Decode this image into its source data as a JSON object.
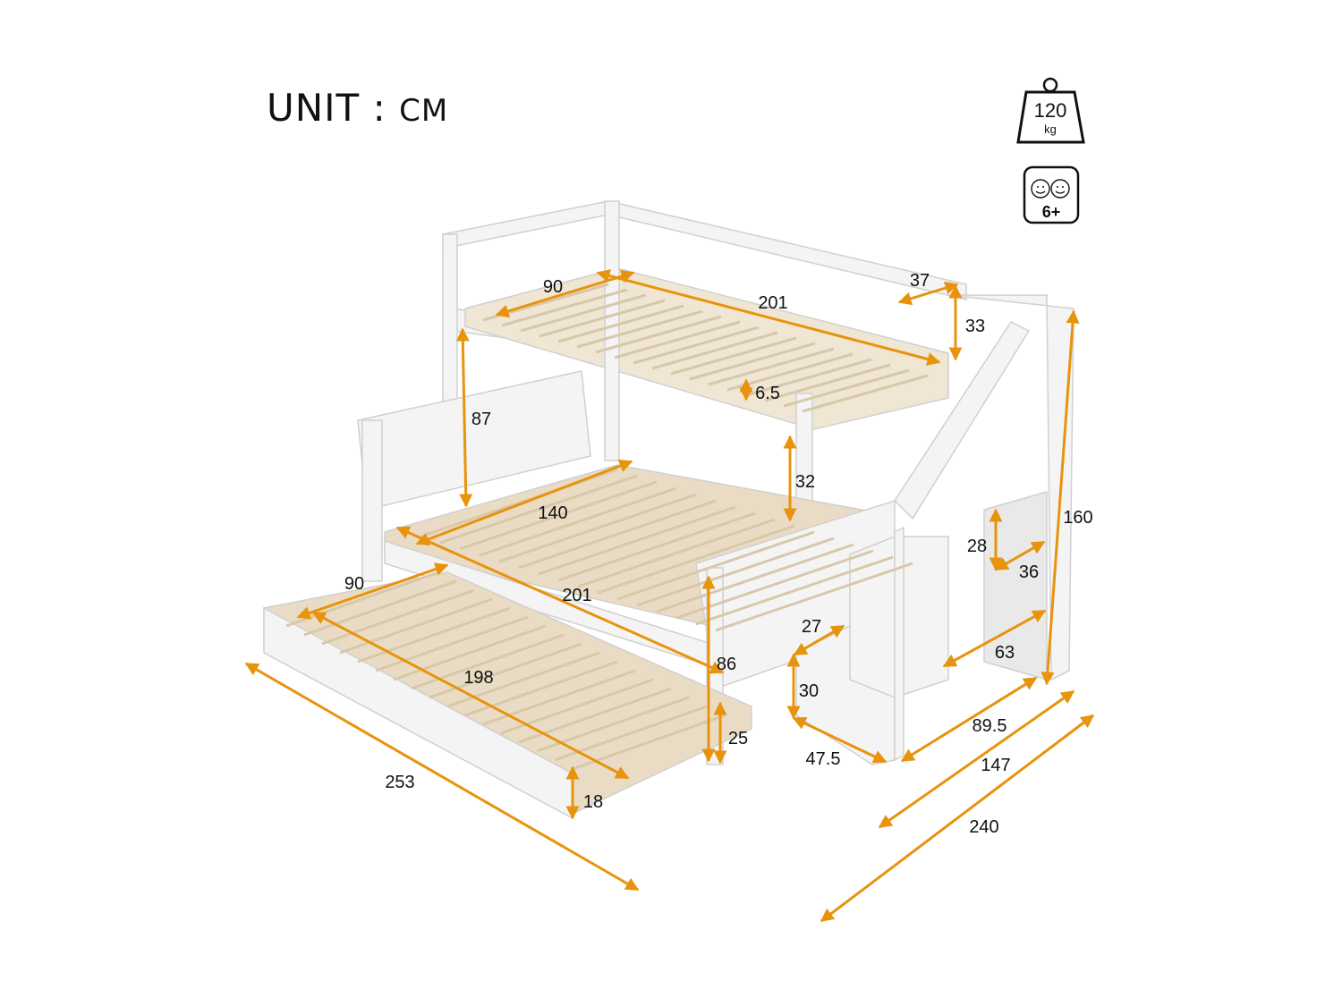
{
  "header": {
    "unit_label": "UNIT",
    "unit_separator": ":",
    "unit_value": "CM"
  },
  "badges": {
    "weight_limit": {
      "icon": "weight-icon",
      "value": "120",
      "unit": "kg"
    },
    "age_limit": {
      "icon": "children-faces-icon",
      "value": "6+"
    }
  },
  "colors": {
    "dimension_arrow": "#E8930C",
    "frame": "#F4F4F4",
    "frame_edge": "#D9D9D9",
    "slat": "#EADCC4",
    "text": "#111111"
  },
  "product": "Twin over full bunk bed with staircase and trundle",
  "dimensions": {
    "top_bunk_width": "90",
    "top_bunk_length": "201",
    "top_guard_gap": "37",
    "top_guard_height": "33",
    "top_slat_thickness": "6.5",
    "bunk_clearance": "87",
    "bottom_to_top_gap": "32",
    "bottom_bed_width": "140",
    "bottom_bed_length": "201",
    "trundle_width": "90",
    "trundle_length": "198",
    "trundle_total_length": "253",
    "trundle_height": "18",
    "bottom_bed_height": "86",
    "bottom_rail_clearance": "25",
    "stair_step_depth": "27",
    "stair_step_height": "30",
    "stair_base_depth": "47.5",
    "stair_length": "89.5",
    "storage_height": "28",
    "storage_depth": "36",
    "storage_lower_width": "63",
    "total_height": "160",
    "total_width": "147",
    "total_length": "240"
  }
}
